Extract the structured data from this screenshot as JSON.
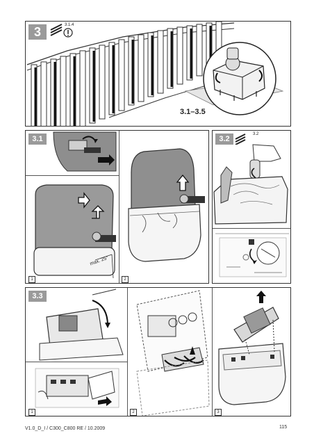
{
  "panel_main": {
    "badge": "3",
    "ref": "3.1.4",
    "range_label": "3.1–3.5"
  },
  "panel_31": {
    "badge": "3.1",
    "angle_label": "max. 25°",
    "sub_1": "1",
    "sub_2": "2"
  },
  "panel_32": {
    "badge": "3.2",
    "ref": "3.2"
  },
  "panel_33": {
    "badge": "3.3",
    "sub_1": "1",
    "sub_2": "2",
    "sub_3": "3"
  },
  "footer": {
    "left": "V1.0_D_I / C300_C800  RE / 10.2009",
    "page": "115"
  }
}
